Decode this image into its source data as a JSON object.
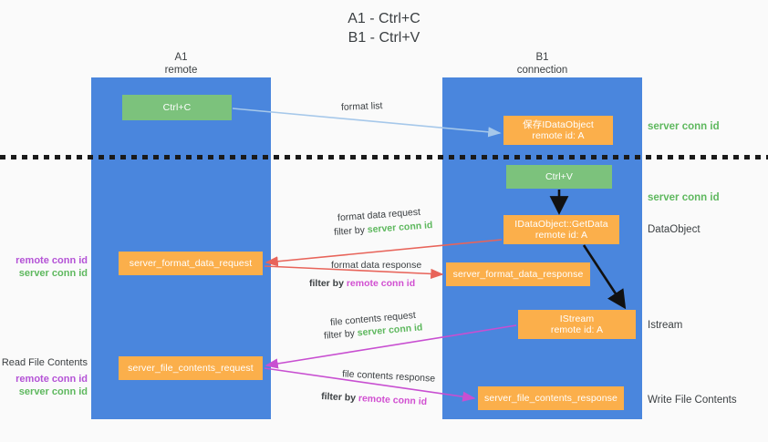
{
  "title": "A1 - Ctrl+C\nB1 - Ctrl+V",
  "columns": {
    "left": "A1\nremote",
    "right": "B1\nconnection"
  },
  "boxes": {
    "ctrl_c": "Ctrl+C",
    "idataobject": "保存IDataObject\nremote id: A",
    "ctrl_v": "Ctrl+V",
    "getdata": "IDataObject::GetData\nremote id: A",
    "format_data_request": "server_format_data_request",
    "format_data_response": "server_format_data_response",
    "istream": "IStream\nremote id: A",
    "file_contents_request": "server_file_contents_request",
    "file_contents_response": "server_file_contents_response"
  },
  "right_labels": {
    "conn_id_top": "server conn id",
    "conn_id_mid": "server conn id",
    "dataobject": "DataObject",
    "istream": "Istream",
    "write_file_contents": "Write File Contents"
  },
  "left_labels": {
    "remote_conn_id": "remote conn id",
    "server_conn_id": "server conn id",
    "read_file_contents": "Read File Contents"
  },
  "captions": {
    "format_list": "format list",
    "format_data_request": "format data request",
    "filter_by": "filter by ",
    "server_conn_id": "server conn id",
    "remote_conn_id": "remote conn id",
    "format_data_response": "format data response",
    "file_contents_request": "file contents request",
    "file_contents_response": "file contents response"
  },
  "colors": {
    "lane_blue": "#4a86dd",
    "box_green": "#7cc27c",
    "box_orange": "#fbaf4b",
    "accent_green": "#5eb85e",
    "accent_purple": "#b452d6",
    "arrow_light_blue": "#a6c8ea",
    "arrow_red": "#e8645a",
    "arrow_magenta": "#d14fd1",
    "arrow_black": "#000000",
    "page_bg": "#fafafa"
  }
}
